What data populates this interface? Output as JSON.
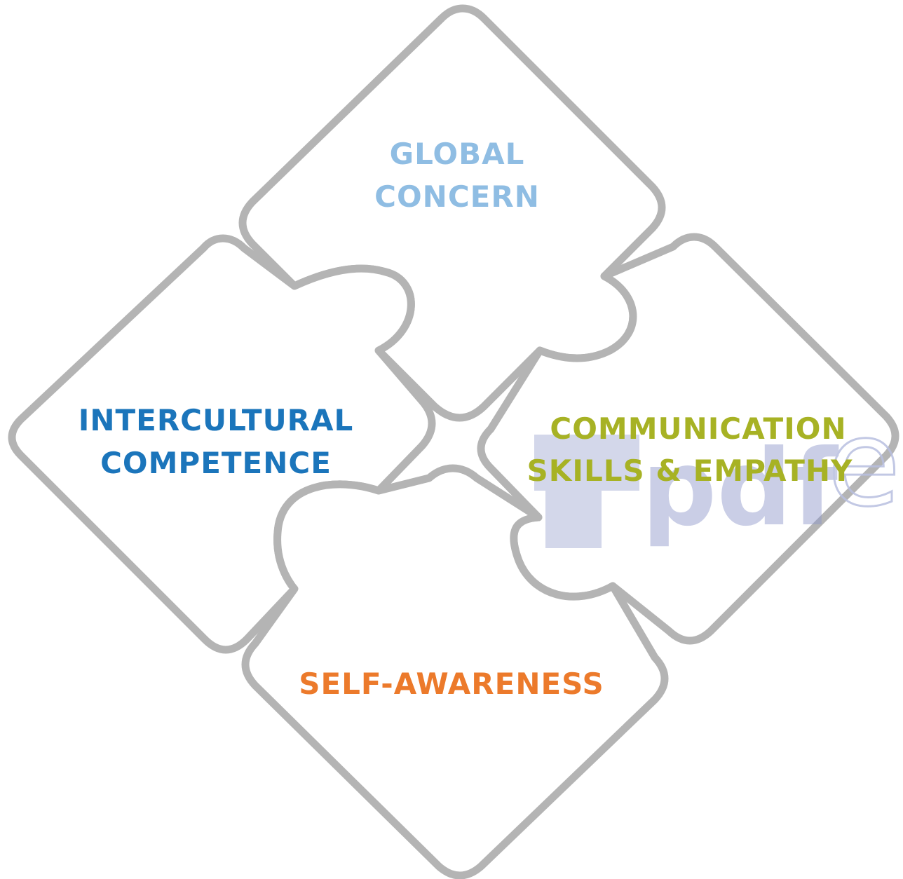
{
  "diagram": {
    "pieces": [
      {
        "id": "global-concern",
        "lines": [
          "GLOBAL",
          "CONCERN"
        ],
        "color": "#8fbde3"
      },
      {
        "id": "intercultural-competence",
        "lines": [
          "INTERCULTURAL",
          "COMPETENCE"
        ],
        "color": "#1b75bb"
      },
      {
        "id": "communication-skills-empathy",
        "lines": [
          "COMMUNICATION",
          "SKILLS & EMPATHY"
        ],
        "color": "#a7b224"
      },
      {
        "id": "self-awareness",
        "lines": [
          "SELF-AWARENESS"
        ],
        "color": "#ec7a2b"
      }
    ],
    "outline_color": "#b4b4b4"
  },
  "watermark": {
    "text": "pdf",
    "suffix": "e",
    "color": "#8c96c8"
  }
}
